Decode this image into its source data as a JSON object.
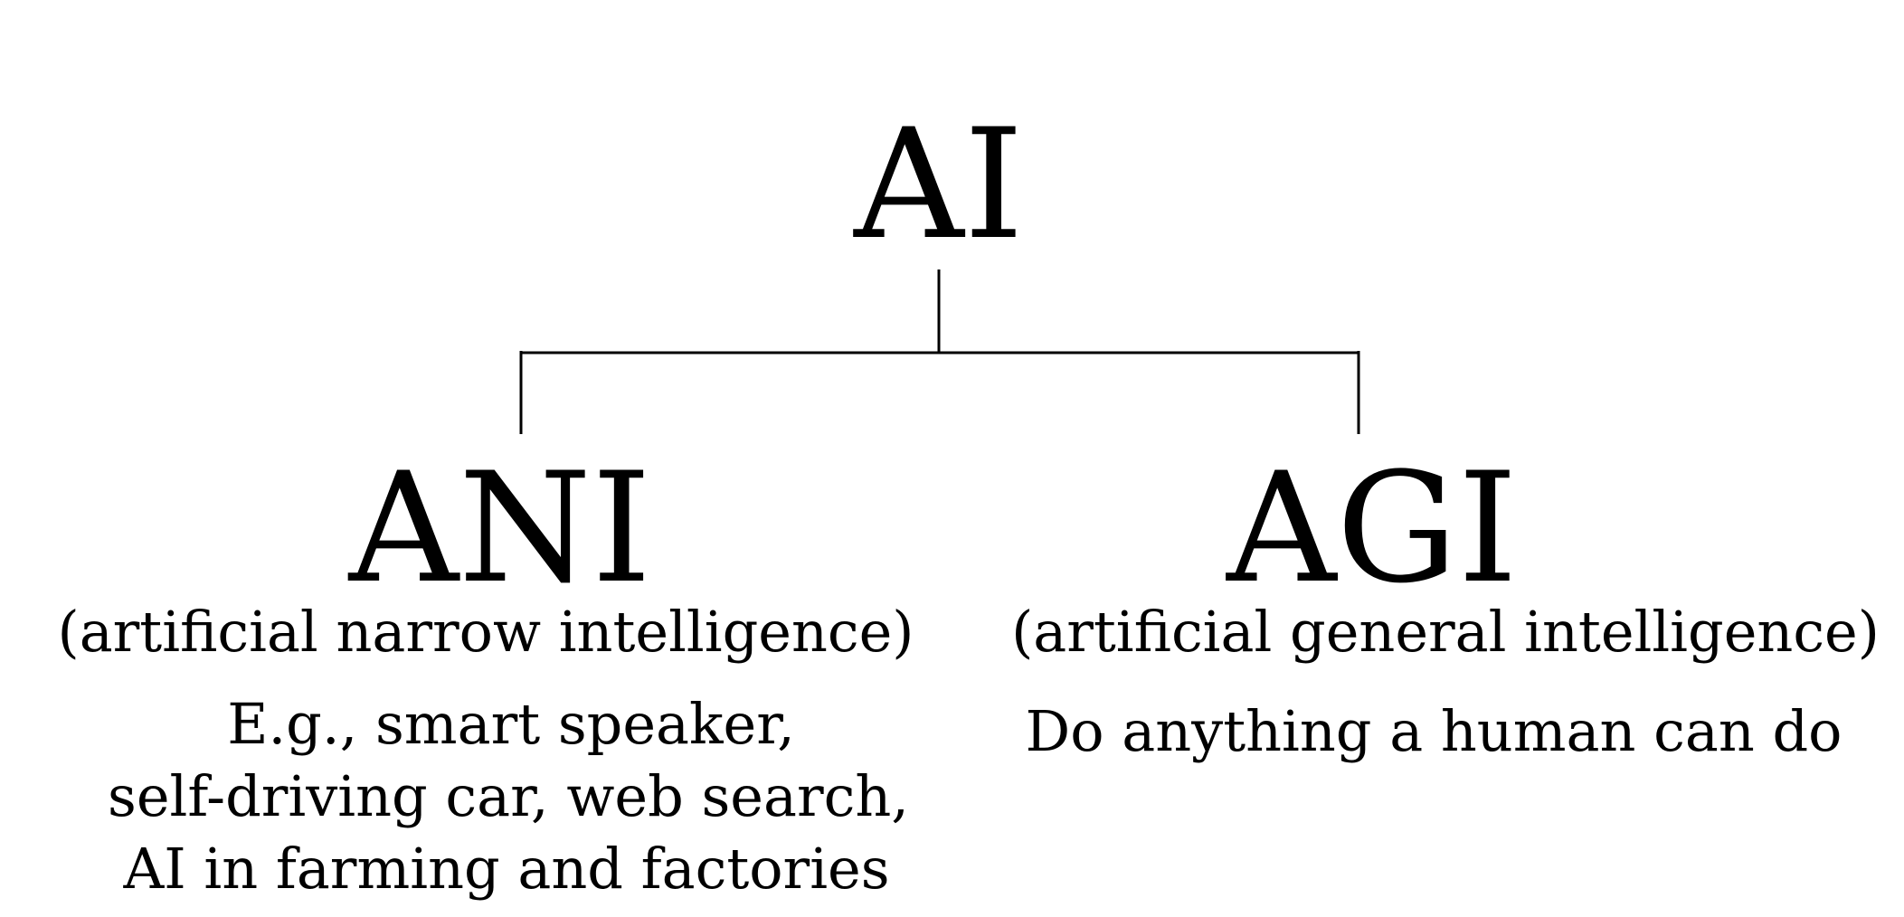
{
  "root": {
    "label": "AI"
  },
  "branches": [
    {
      "title": "ANI",
      "subtitle": "(artificial narrow intelligence)",
      "description_lines": [
        "E.g., smart speaker,",
        "self-driving car, web search,",
        "AI in farming and factories"
      ]
    },
    {
      "title": "AGI",
      "subtitle": "(artificial general intelligence)",
      "description_lines": [
        "Do anything a human can do"
      ]
    }
  ],
  "colors": {
    "text": "#000000",
    "lines": "#000000",
    "background": "#ffffff"
  }
}
